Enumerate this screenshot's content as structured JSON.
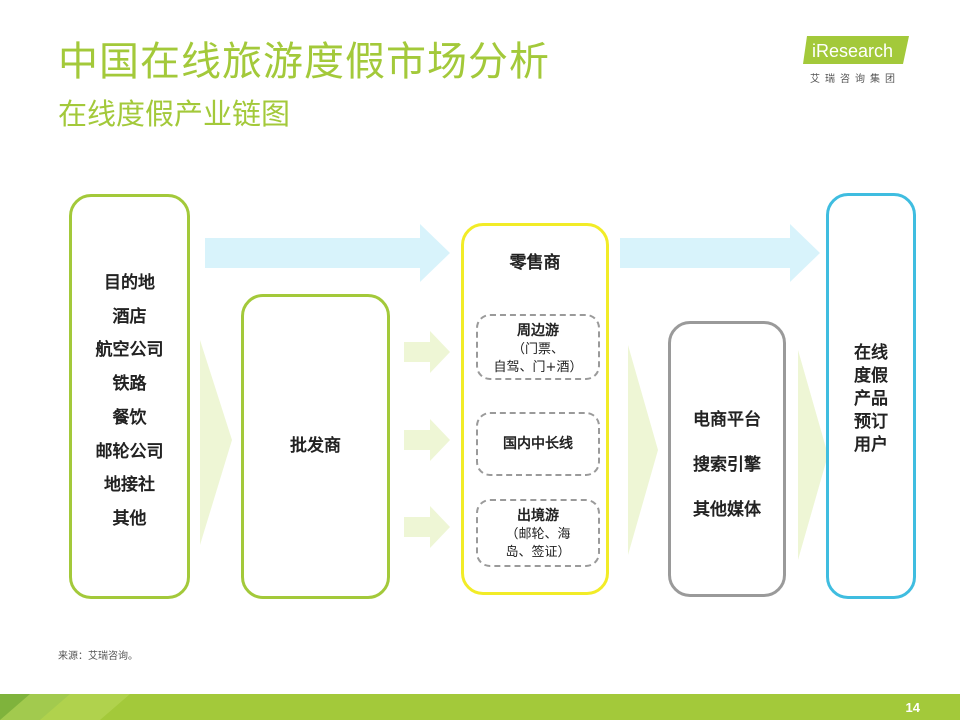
{
  "header": {
    "title": "中国在线旅游度假市场分析",
    "subtitle": "在线度假产业链图"
  },
  "logo": {
    "brand": "iResearch",
    "sub": "艾瑞咨询集团"
  },
  "colors": {
    "accent": "#a3c93a",
    "yellow": "#f2ec27",
    "cyan": "#3fbde0",
    "gray": "#9a9a9a",
    "arrow_cyan": "#d8f3fb",
    "arrow_green": "#eef6d5"
  },
  "diagram": {
    "suppliers": [
      "目的地",
      "酒店",
      "航空公司",
      "铁路",
      "餐饮",
      "邮轮公司",
      "地接社",
      "其他"
    ],
    "wholesaler": "批发商",
    "retailer": {
      "title": "零售商",
      "items": [
        {
          "title": "周边游",
          "note_line1": "（门票、",
          "note_line2": "自驾、门+酒）"
        },
        {
          "title": "国内中长线",
          "note_line1": "",
          "note_line2": ""
        },
        {
          "title": "出境游",
          "note_line1": "（邮轮、海",
          "note_line2": "岛、签证）"
        }
      ]
    },
    "channels": [
      "电商平台",
      "搜索引擎",
      "其他媒体"
    ],
    "users": [
      "在线",
      "度假",
      "产品",
      "预订",
      "用户"
    ]
  },
  "footer": {
    "source": "来源：艾瑞咨询。",
    "page": "14"
  }
}
